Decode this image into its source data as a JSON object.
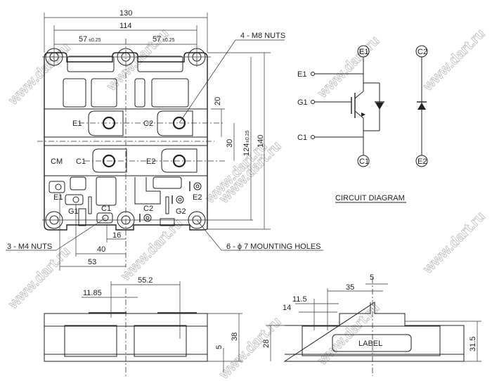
{
  "watermark": "www.dart.ru",
  "top_view": {
    "dims": {
      "overall_width": "130",
      "hole_span": "114",
      "half_span_left": "57",
      "half_span_right": "57",
      "tolerance": "±0.25",
      "height_total": "140",
      "hole_height": "124",
      "terminal_pitch": "30",
      "terminal_offset": "20",
      "dim_16": "16",
      "dim_40": "40",
      "dim_53": "53"
    },
    "terminals": {
      "e1": "E1",
      "c2": "C2",
      "c1": "C1",
      "e2": "E2",
      "cm": "CM",
      "small_e1": "E1",
      "small_g1": "G1",
      "small_c1": "C1",
      "small_c2": "C2",
      "small_g2": "G2",
      "small_e2": "E2"
    },
    "callouts": {
      "m8": "4 - M8 NUTS",
      "m4": "3 - M4 NUTS",
      "holes": "6 - ϕ 7 MOUNTING HOLES"
    }
  },
  "circuit": {
    "title": "CIRCUIT DIAGRAM",
    "e1_node": "E1",
    "e1_pin": "E1",
    "g1_pin": "G1",
    "c1_pin": "C1",
    "c1_node": "C1",
    "c2_node": "C2",
    "e2_node": "E2"
  },
  "side_view_left": {
    "dim_55_2": "55.2",
    "dim_11_85": "11.85",
    "dim_38": "38",
    "dim_5": "5"
  },
  "side_view_right": {
    "dim_5": "5",
    "dim_35": "35",
    "dim_11_5": "11.5",
    "dim_14": "14",
    "dim_28": "28",
    "dim_31_5": "31.5",
    "label": "LABEL"
  }
}
